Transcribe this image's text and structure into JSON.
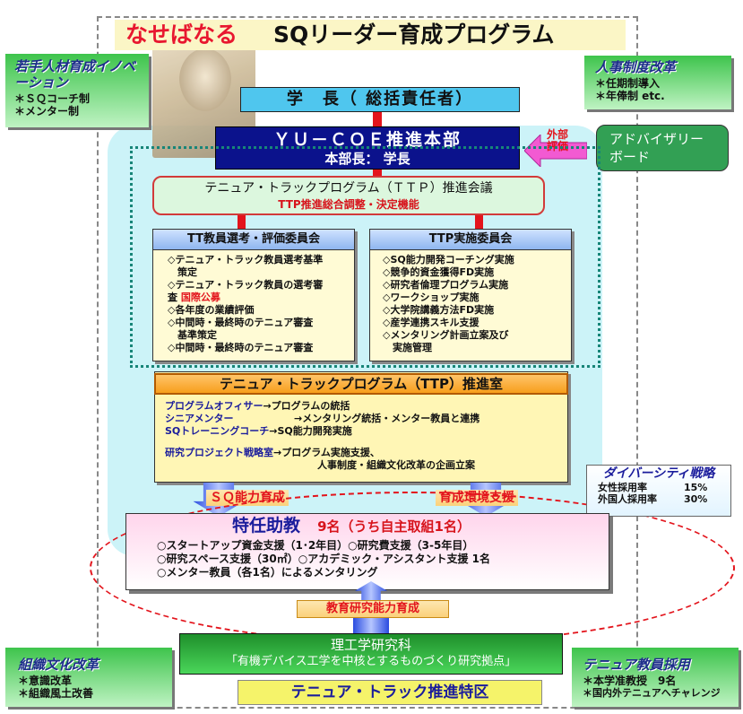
{
  "title": {
    "red": "なせばなる",
    "rest": "SQリーダー育成プログラム"
  },
  "corners": {
    "top_left": {
      "title": "若手人材育成イノベーション",
      "lines": [
        "＊ＳＱコーチ制",
        "＊メンター制"
      ]
    },
    "top_right": {
      "title": "人事制度改革",
      "lines": [
        "＊任期制導入",
        "＊年俸制 etc."
      ]
    },
    "bottom_left": {
      "title": "組織文化改革",
      "lines": [
        "＊意識改革",
        "＊組織風土改善"
      ]
    },
    "bottom_right": {
      "title": "テニュア教員採用",
      "lines": [
        "＊本学准教授　9名",
        "＊国内外テニュアへチャレンジ"
      ]
    }
  },
  "president": "学　長（ 総括責任者）",
  "hq": {
    "title": "ＹＵ－ＣＯＥ推進本部",
    "subtitle": "本部長： 学長"
  },
  "advisory": {
    "line1": "アドバイザリー",
    "line2": "ボード"
  },
  "external_eval": "外部評価",
  "ttp_council": {
    "title": "テニュア・トラックプログラム（ＴＴＰ）推進会議",
    "subtitle": "TTP推進総合調整・決定機能"
  },
  "committee_left": {
    "title": "TT教員選考・評価委員会",
    "lines": [
      "◇テニュア・トラック教員選考基準",
      "　策定",
      "◇テニュア・トラック教員の選考審",
      "査",
      "国際公募",
      "◇各年度の業績評価",
      "◇中間時・最終時のテニュア審査",
      "　基準策定",
      "◇中間時・最終時のテニュア審査"
    ]
  },
  "committee_right": {
    "title": "TTP実施委員会",
    "lines": [
      "◇SQ能力開発コーチング実施",
      "◇競争的資金獲得FD実施",
      "◇研究者倫理プログラム実施",
      "◇ワークショップ実施",
      "◇大学院講義方法FD実施",
      "◇産学連携スキル支援",
      "◇メンタリング計画立案及び",
      "　実施管理"
    ]
  },
  "ttp_office": {
    "title": "テニュア・トラックプログラム（TTP）推進室",
    "rows": [
      {
        "role": "プログラムオフィサー",
        "desc": "→プログラムの統括"
      },
      {
        "role": "シニアメンター",
        "desc": "→メンタリング統括・メンター教員と連携"
      },
      {
        "role": "SQトレーニングコーチ",
        "desc": "→SQ能力開発実施"
      },
      {
        "role": "研究プロジェクト戦略室",
        "desc": "→プログラム実施支援、"
      },
      {
        "role": "",
        "desc": "人事制度・組織文化改革の企画立案"
      }
    ]
  },
  "sq_label": "ＳＱ能力育成",
  "env_label": "育成環境支援",
  "diversity": {
    "title": "ダイバーシティ戦略",
    "rows": [
      {
        "label": "女性採用率",
        "value": "15%"
      },
      {
        "label": "外国人採用率",
        "value": "30%"
      }
    ]
  },
  "special": {
    "title": "特任助教",
    "count": "9名（うち自主取組1名）",
    "lines": [
      "○スタートアップ資金支援（1･2年目）○研究費支援（3-5年目）",
      "○研究スペース支援（30㎡）○アカデミック・アシスタント支援 1名",
      "○メンター教員（各1名）によるメンタリング"
    ]
  },
  "edu_label": "教育研究能力育成",
  "graduate": {
    "title": "理工学研究科",
    "subtitle": "「有機デバイス工学を中核とするものづくり研究拠点」"
  },
  "zone": "テニュア・トラック推進特区",
  "colors": {
    "accent_red": "#e3141c",
    "navy": "#0b128c",
    "green": "#32a054"
  }
}
